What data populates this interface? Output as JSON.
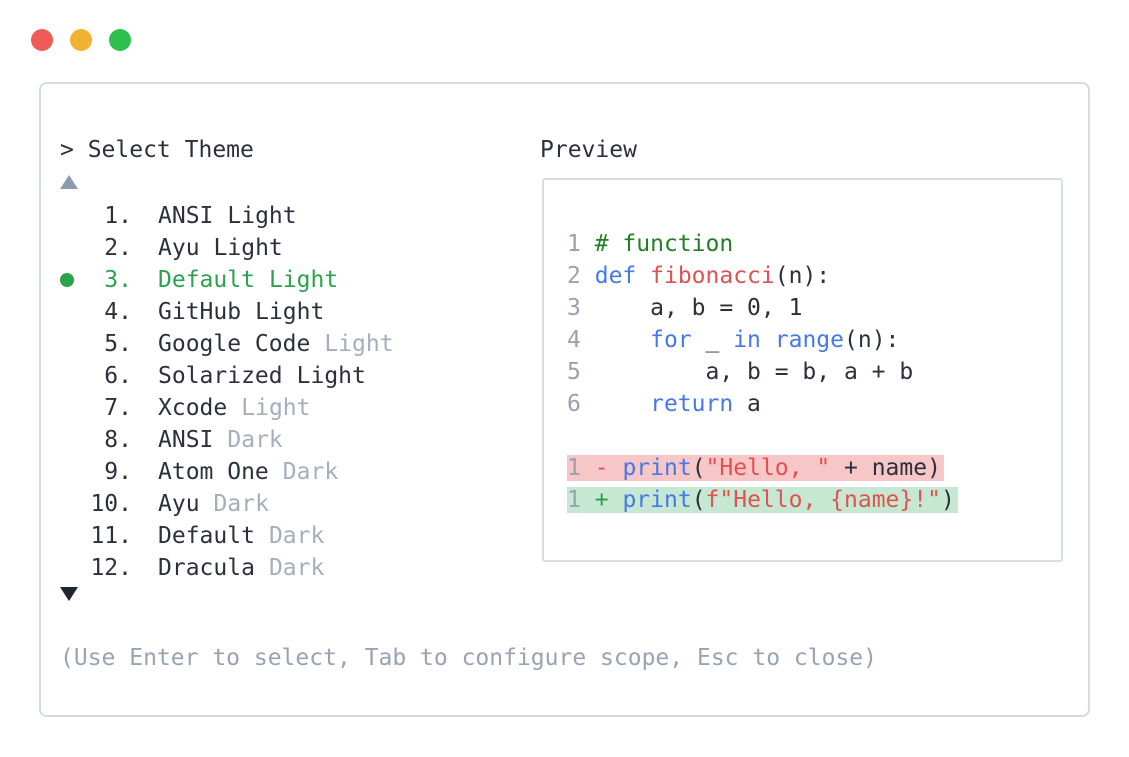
{
  "colors": {
    "text_dark": "#2b313c",
    "text_dim": "#a4aebd",
    "help_dim": "#98a3b3",
    "accent_green": "#2aa34c",
    "keyword_blue": "#4379e8",
    "string_red": "#e05252",
    "comment_green": "#218026",
    "plus_green": "#27a043",
    "line_number_gray": "#98a1ad",
    "diff_removed_bg": "#f7c6c6",
    "diff_added_bg": "#c6e8d2"
  },
  "window": {
    "controls": [
      {
        "name": "close",
        "color": "#f05c55"
      },
      {
        "name": "minimize",
        "color": "#f2b232"
      },
      {
        "name": "zoom",
        "color": "#2ebf4f"
      }
    ]
  },
  "selector": {
    "prompt": "> Select Theme",
    "scroll_up": "up-triangle",
    "scroll_down": "down-triangle",
    "items": [
      {
        "number": "1.",
        "name": "ANSI",
        "variant": "Light",
        "variant_dim": false,
        "selected": false
      },
      {
        "number": "2.",
        "name": "Ayu",
        "variant": "Light",
        "variant_dim": false,
        "selected": false
      },
      {
        "number": "3.",
        "name": "Default",
        "variant": "Light",
        "variant_dim": false,
        "selected": true
      },
      {
        "number": "4.",
        "name": "GitHub",
        "variant": "Light",
        "variant_dim": false,
        "selected": false
      },
      {
        "number": "5.",
        "name": "Google Code",
        "variant": "Light",
        "variant_dim": true,
        "selected": false
      },
      {
        "number": "6.",
        "name": "Solarized",
        "variant": "Light",
        "variant_dim": false,
        "selected": false
      },
      {
        "number": "7.",
        "name": "Xcode",
        "variant": "Light",
        "variant_dim": true,
        "selected": false
      },
      {
        "number": "8.",
        "name": "ANSI",
        "variant": "Dark",
        "variant_dim": true,
        "selected": false
      },
      {
        "number": "9.",
        "name": "Atom One",
        "variant": "Dark",
        "variant_dim": true,
        "selected": false
      },
      {
        "number": "10.",
        "name": "Ayu",
        "variant": "Dark",
        "variant_dim": true,
        "selected": false
      },
      {
        "number": "11.",
        "name": "Default",
        "variant": "Dark",
        "variant_dim": true,
        "selected": false
      },
      {
        "number": "12.",
        "name": "Dracula",
        "variant": "Dark",
        "variant_dim": true,
        "selected": false
      }
    ],
    "help": "(Use Enter to select, Tab to configure scope, Esc to close)"
  },
  "preview": {
    "title": "Preview",
    "code_lines": [
      {
        "tokens": [
          [
            "1",
            "num"
          ],
          [
            " ",
            "pl"
          ],
          [
            "# function",
            "com"
          ]
        ]
      },
      {
        "tokens": [
          [
            "2",
            "num"
          ],
          [
            " ",
            "pl"
          ],
          [
            "def",
            "kw"
          ],
          [
            " ",
            "pl"
          ],
          [
            "fibonacci",
            "fn"
          ],
          [
            "(n):",
            "pl"
          ]
        ]
      },
      {
        "tokens": [
          [
            "3",
            "num"
          ],
          [
            " ",
            "pl"
          ],
          [
            "    a, b = 0, 1",
            "pl"
          ]
        ]
      },
      {
        "tokens": [
          [
            "4",
            "num"
          ],
          [
            " ",
            "pl"
          ],
          [
            "    ",
            "pl"
          ],
          [
            "for",
            "kw"
          ],
          [
            " _ ",
            "pl"
          ],
          [
            "in",
            "kw"
          ],
          [
            " ",
            "pl"
          ],
          [
            "range",
            "kw"
          ],
          [
            "(n):",
            "pl"
          ]
        ]
      },
      {
        "tokens": [
          [
            "5",
            "num"
          ],
          [
            " ",
            "pl"
          ],
          [
            "        a, b = b, a + b",
            "pl"
          ]
        ]
      },
      {
        "tokens": [
          [
            "6",
            "num"
          ],
          [
            " ",
            "pl"
          ],
          [
            "    ",
            "pl"
          ],
          [
            "return",
            "kw"
          ],
          [
            " a",
            "pl"
          ]
        ]
      },
      {
        "tokens": []
      },
      {
        "diff": "removed",
        "tokens": [
          [
            "1",
            "num"
          ],
          [
            " ",
            "pl"
          ],
          [
            "-",
            "minus"
          ],
          [
            " ",
            "pl"
          ],
          [
            "print",
            "kw"
          ],
          [
            "(",
            "pl"
          ],
          [
            "\"Hello, \"",
            "str"
          ],
          [
            " + name)",
            "pl"
          ]
        ]
      },
      {
        "diff": "added",
        "tokens": [
          [
            "1",
            "num"
          ],
          [
            " ",
            "pl"
          ],
          [
            "+",
            "plus"
          ],
          [
            " ",
            "pl"
          ],
          [
            "print",
            "kw"
          ],
          [
            "(",
            "pl"
          ],
          [
            "f\"Hello, {name}!\"",
            "str"
          ],
          [
            ")",
            "pl"
          ]
        ]
      }
    ]
  }
}
